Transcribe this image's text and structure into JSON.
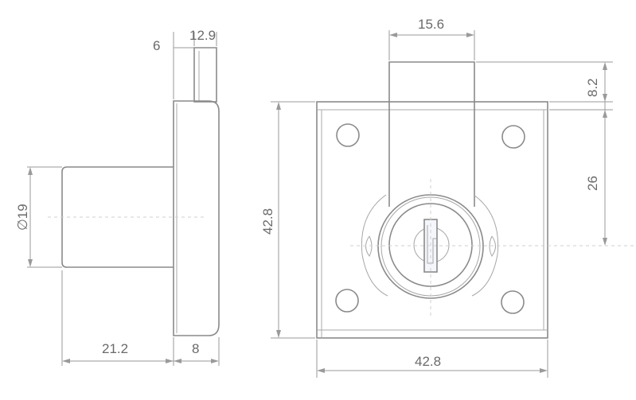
{
  "dimensions": {
    "side_tab_depth": "6",
    "side_tab_width": "12.9",
    "cylinder_diameter": "∅19",
    "cylinder_length": "21.2",
    "body_depth": "8",
    "bolt_width": "15.6",
    "bolt_projection": "8.2",
    "bolt_to_center": "26",
    "plate_height": "42.8",
    "plate_width": "42.8"
  }
}
